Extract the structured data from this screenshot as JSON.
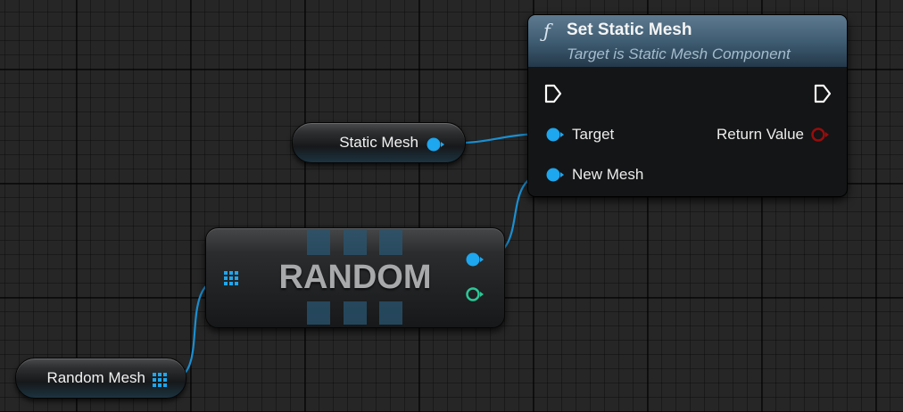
{
  "nodes": {
    "static_mesh_var": {
      "label": "Static Mesh"
    },
    "random_mesh_var": {
      "label": "Random Mesh"
    },
    "random": {
      "title": "RANDOM"
    },
    "set_static_mesh": {
      "icon": "function-icon",
      "icon_glyph": "ƒ",
      "title": "Set Static Mesh",
      "subtitle": "Target is Static Mesh Component",
      "pins": {
        "target": "Target",
        "new_mesh": "New Mesh",
        "return_value": "Return Value"
      }
    }
  },
  "colors": {
    "object_pin": "#1ea6ee",
    "array_pin": "#1ea6ee",
    "bool_pin": "#2bc796",
    "return_pin": "#9b0b0b",
    "wire": "#1b8fd0",
    "exec_pin": "#ffffff"
  }
}
